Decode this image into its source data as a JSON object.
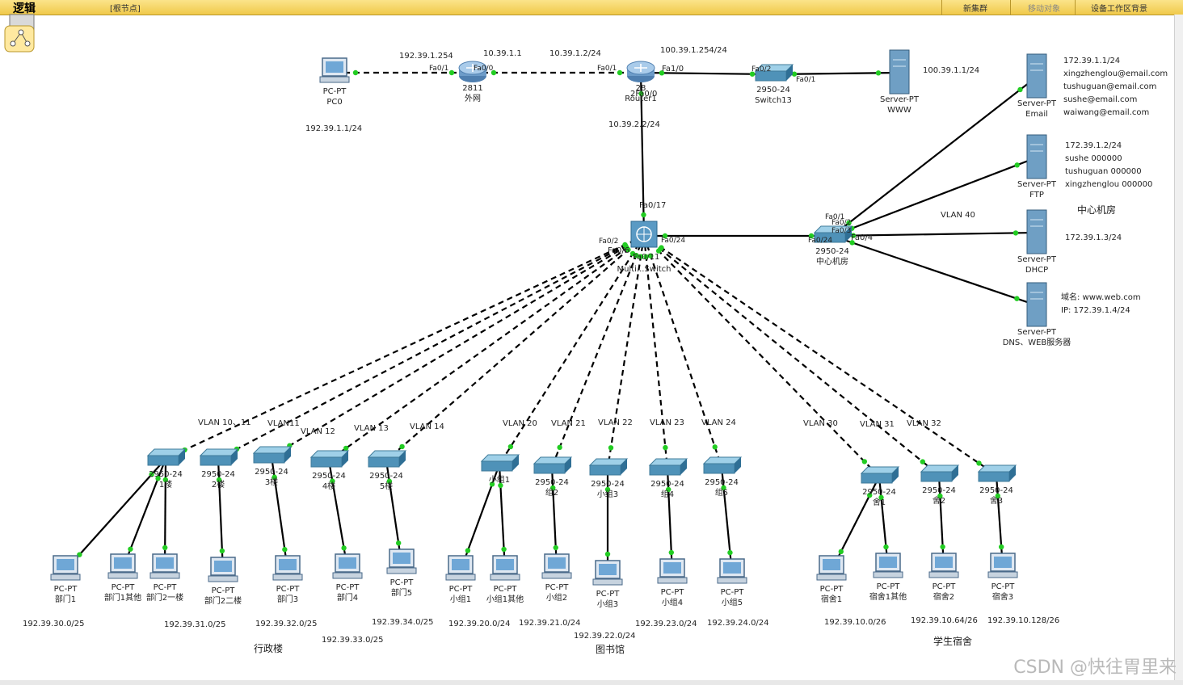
{
  "toolbar": {
    "mode": "逻辑",
    "root_node": "[根节点]",
    "new_cluster": "新集群",
    "move_object": "移动对象",
    "workspace_bg": "设备工作区背景"
  },
  "watermark": "CSDN @快往胃里来",
  "colors": {
    "toolbar": "#f5d76e",
    "link": "#000000",
    "port_dot": "#22cc22"
  },
  "devices": [
    {
      "id": "pc0",
      "type": "pc",
      "model": "PC-PT",
      "name": "PC0"
    },
    {
      "id": "r_wai",
      "type": "router",
      "model": "2811",
      "name": "外网"
    },
    {
      "id": "router1",
      "type": "router",
      "model": "28",
      "name": "Router1"
    },
    {
      "id": "sw13",
      "type": "switch",
      "model": "2950-24",
      "name": "Switch13"
    },
    {
      "id": "www",
      "type": "server",
      "model": "Server-PT",
      "name": "WWW"
    },
    {
      "id": "email",
      "type": "server",
      "model": "Server-PT",
      "name": "Email"
    },
    {
      "id": "ftp",
      "type": "server",
      "model": "Server-PT",
      "name": "FTP"
    },
    {
      "id": "dhcp",
      "type": "server",
      "model": "Server-PT",
      "name": "DHCP"
    },
    {
      "id": "dnsweb",
      "type": "server",
      "model": "Server-PT",
      "name": "DNS、WEB服务器"
    },
    {
      "id": "center",
      "type": "switch",
      "model": "2950-24",
      "name": "中心机房"
    },
    {
      "id": "msw",
      "type": "mswitch",
      "model": "",
      "name": "Multi...Switch"
    },
    {
      "id": "sx1",
      "type": "switch",
      "model": "2950-24",
      "name": "1楼"
    },
    {
      "id": "sx2",
      "type": "switch",
      "model": "2950-24",
      "name": "2楼"
    },
    {
      "id": "sx3",
      "type": "switch",
      "model": "2950-24",
      "name": "3楼"
    },
    {
      "id": "sx4",
      "type": "switch",
      "model": "2950-24",
      "name": "4楼"
    },
    {
      "id": "sx5",
      "type": "switch",
      "model": "2950-24",
      "name": "5楼"
    },
    {
      "id": "sl1",
      "type": "switch",
      "model": "",
      "name": "小组1"
    },
    {
      "id": "sl2",
      "type": "switch",
      "model": "2950-24",
      "name": "组2"
    },
    {
      "id": "sl3",
      "type": "switch",
      "model": "2950-24",
      "name": "小组3"
    },
    {
      "id": "sl4",
      "type": "switch",
      "model": "2950-24",
      "name": "组4"
    },
    {
      "id": "sl5",
      "type": "switch",
      "model": "2950-24",
      "name": "组5"
    },
    {
      "id": "sd1",
      "type": "switch",
      "model": "2950-24",
      "name": "舍1"
    },
    {
      "id": "sd2",
      "type": "switch",
      "model": "2950-24",
      "name": "舍2"
    },
    {
      "id": "sd3",
      "type": "switch",
      "model": "2950-24",
      "name": "舍3"
    },
    {
      "id": "p_b1",
      "type": "pc",
      "model": "PC-PT",
      "name": "部门1"
    },
    {
      "id": "p_b1o",
      "type": "pc",
      "model": "PC-PT",
      "name": "部门1其他"
    },
    {
      "id": "p_b2a",
      "type": "pc",
      "model": "PC-PT",
      "name": "部门2一楼"
    },
    {
      "id": "p_b2b",
      "type": "pc",
      "model": "PC-PT",
      "name": "部门2二楼"
    },
    {
      "id": "p_b3",
      "type": "pc",
      "model": "PC-PT",
      "name": "部门3"
    },
    {
      "id": "p_b4",
      "type": "pc",
      "model": "PC-PT",
      "name": "部门4"
    },
    {
      "id": "p_b5",
      "type": "pc",
      "model": "PC-PT",
      "name": "部门5"
    },
    {
      "id": "p_g1",
      "type": "pc",
      "model": "PC-PT",
      "name": "小组1"
    },
    {
      "id": "p_g1o",
      "type": "pc",
      "model": "PC-PT",
      "name": "小组1其他"
    },
    {
      "id": "p_g2",
      "type": "pc",
      "model": "PC-PT",
      "name": "小组2"
    },
    {
      "id": "p_g3",
      "type": "pc",
      "model": "PC-PT",
      "name": "小组3"
    },
    {
      "id": "p_g4",
      "type": "pc",
      "model": "PC-PT",
      "name": "小组4"
    },
    {
      "id": "p_g5",
      "type": "pc",
      "model": "PC-PT",
      "name": "小组5"
    },
    {
      "id": "p_d1",
      "type": "pc",
      "model": "PC-PT",
      "name": "宿舍1"
    },
    {
      "id": "p_d1o",
      "type": "pc",
      "model": "PC-PT",
      "name": "宿舍1其他"
    },
    {
      "id": "p_d2",
      "type": "pc",
      "model": "PC-PT",
      "name": "宿舍2"
    },
    {
      "id": "p_d3",
      "type": "pc",
      "model": "PC-PT",
      "name": "宿舍3"
    }
  ],
  "links": [
    {
      "from": "pc0",
      "to": "r_wai",
      "style": "dashed"
    },
    {
      "from": "r_wai",
      "to": "router1",
      "style": "dashed"
    },
    {
      "from": "router1",
      "to": "sw13",
      "style": "solid"
    },
    {
      "from": "sw13",
      "to": "www",
      "style": "solid"
    },
    {
      "from": "router1",
      "to": "msw",
      "style": "solid"
    },
    {
      "from": "msw",
      "to": "center",
      "style": "solid"
    },
    {
      "from": "center",
      "to": "email",
      "style": "solid"
    },
    {
      "from": "center",
      "to": "ftp",
      "style": "solid"
    },
    {
      "from": "center",
      "to": "dhcp",
      "style": "solid"
    },
    {
      "from": "center",
      "to": "dnsweb",
      "style": "solid"
    },
    {
      "from": "msw",
      "to": "sx1",
      "style": "dashed"
    },
    {
      "from": "msw",
      "to": "sx2",
      "style": "dashed"
    },
    {
      "from": "msw",
      "to": "sx3",
      "style": "dashed"
    },
    {
      "from": "msw",
      "to": "sx4",
      "style": "dashed"
    },
    {
      "from": "msw",
      "to": "sx5",
      "style": "dashed"
    },
    {
      "from": "msw",
      "to": "sl1",
      "style": "dashed"
    },
    {
      "from": "msw",
      "to": "sl2",
      "style": "dashed"
    },
    {
      "from": "msw",
      "to": "sl3",
      "style": "dashed"
    },
    {
      "from": "msw",
      "to": "sl4",
      "style": "dashed"
    },
    {
      "from": "msw",
      "to": "sl5",
      "style": "dashed"
    },
    {
      "from": "msw",
      "to": "sd1",
      "style": "dashed"
    },
    {
      "from": "msw",
      "to": "sd2",
      "style": "dashed"
    },
    {
      "from": "msw",
      "to": "sd3",
      "style": "dashed"
    },
    {
      "from": "sx1",
      "to": "p_b1",
      "style": "solid"
    },
    {
      "from": "sx1",
      "to": "p_b1o",
      "style": "solid"
    },
    {
      "from": "sx1",
      "to": "p_b2a",
      "style": "solid"
    },
    {
      "from": "sx2",
      "to": "p_b2b",
      "style": "solid"
    },
    {
      "from": "sx3",
      "to": "p_b3",
      "style": "solid"
    },
    {
      "from": "sx4",
      "to": "p_b4",
      "style": "solid"
    },
    {
      "from": "sx5",
      "to": "p_b5",
      "style": "solid"
    },
    {
      "from": "sl1",
      "to": "p_g1",
      "style": "solid"
    },
    {
      "from": "sl1",
      "to": "p_g1o",
      "style": "solid"
    },
    {
      "from": "sl2",
      "to": "p_g2",
      "style": "solid"
    },
    {
      "from": "sl3",
      "to": "p_g3",
      "style": "solid"
    },
    {
      "from": "sl4",
      "to": "p_g4",
      "style": "solid"
    },
    {
      "from": "sl5",
      "to": "p_g5",
      "style": "solid"
    },
    {
      "from": "sd1",
      "to": "p_d1",
      "style": "solid"
    },
    {
      "from": "sd1",
      "to": "p_d1o",
      "style": "solid"
    },
    {
      "from": "sd2",
      "to": "p_d2",
      "style": "solid"
    },
    {
      "from": "sd3",
      "to": "p_d3",
      "style": "solid"
    }
  ],
  "labels": [
    "192.39.1.254",
    "10.39.1.1",
    "10.39.1.2/24",
    "100.39.1.254/24",
    "100.39.1.1/24",
    "192.39.1.1/24",
    "10.39.2.2/24",
    "Fa0/1",
    "Fa0/0",
    "Fa0/1",
    "Fa1/0",
    "Fa0/2",
    "Fa0/1",
    "2Fa0/0",
    "Fa0/17",
    "Fa0/2",
    "Fa0/6",
    "Fa0/24",
    "Fa0/11",
    "Fa0/24",
    "Fa0/4",
    "Fa0/1",
    "Fa0/2",
    "Fa0/3",
    "172.39.1.1/24",
    "xingzhenglou@email.com",
    "tushuguan@email.com",
    "sushe@email.com",
    "waiwang@email.com",
    "172.39.1.2/24",
    "sushe 000000",
    "tushuguan 000000",
    "xingzhenglou 000000",
    "VLAN 40",
    "中心机房",
    "172.39.1.3/24",
    "域名: www.web.com",
    "IP: 172.39.1.4/24",
    "VLAN 10、11",
    "VLAN11",
    "VLAN 12",
    "VLAN 13",
    "VLAN 14",
    "VLAN 20",
    "VLAN 21",
    "VLAN 22",
    "VLAN 23",
    "VLAN 24",
    "VLAN 30",
    "VLAN 31",
    "VLAN 32",
    "192.39.30.0/25",
    "192.39.31.0/25",
    "192.39.32.0/25",
    "192.39.33.0/25",
    "192.39.34.0/25",
    "192.39.20.0/24",
    "192.39.21.0/24",
    "192.39.22.0/24",
    "192.39.23.0/24",
    "192.39.24.0/24",
    "192.39.10.0/26",
    "192.39.10.64/26",
    "192.39.10.128/26",
    "行政楼",
    "图书馆",
    "学生宿舍"
  ]
}
